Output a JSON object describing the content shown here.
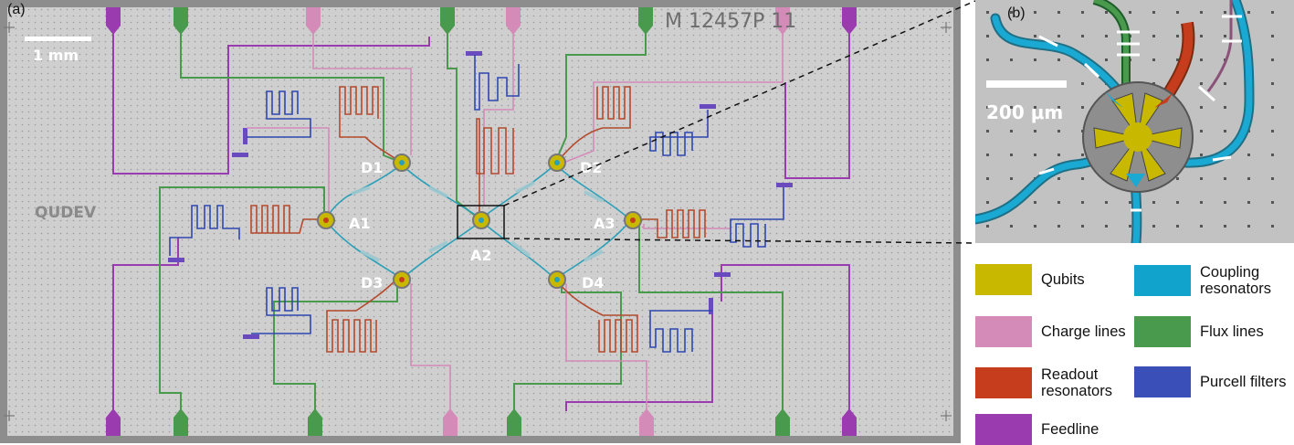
{
  "panels": {
    "a": "(a)",
    "b": "(b)"
  },
  "chip": {
    "scale_bar": "1 mm",
    "chip_id": "M 12457P 11",
    "logo": "QUDEV",
    "qubits": [
      "D1",
      "D2",
      "A1",
      "A2",
      "A3",
      "D3",
      "D4"
    ]
  },
  "inset": {
    "scale_bar": "200 μm"
  },
  "legend": [
    {
      "label": "Qubits",
      "color": "#c9b800"
    },
    {
      "label": "Coupling\nresonators",
      "color": "#12a3cc"
    },
    {
      "label": "Charge lines",
      "color": "#d48bb8"
    },
    {
      "label": "Flux lines",
      "color": "#4a9a4e"
    },
    {
      "label": "Readout\nresonators",
      "color": "#c53d1d"
    },
    {
      "label": "Purcell filters",
      "color": "#3a4fb8"
    },
    {
      "label": "Feedline",
      "color": "#9a3cb0"
    }
  ]
}
